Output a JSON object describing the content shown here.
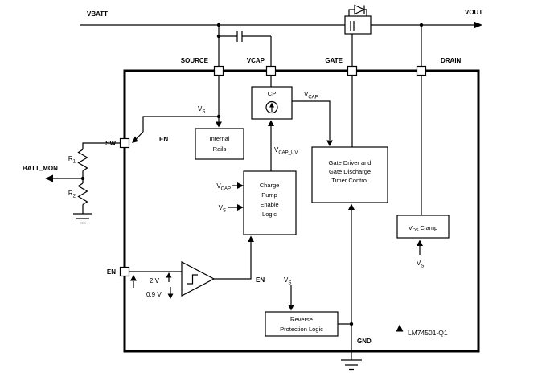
{
  "colors": {
    "background": "#ffffff",
    "line": "#000000"
  },
  "diagram": {
    "external": {
      "vbatt": "VBATT",
      "vout": "VOUT",
      "batt_mon": "BATT_MON",
      "r1": {
        "main": "R",
        "sub": "1"
      },
      "r2": {
        "main": "R",
        "sub": "2"
      }
    },
    "pins": {
      "source": "SOURCE",
      "vcap": "VCAP",
      "gate": "GATE",
      "drain": "DRAIN",
      "sw": "SW",
      "en": "EN",
      "gnd": "GND"
    },
    "blocks": {
      "cp": "CP",
      "internal_rails": {
        "line1": "Internal",
        "line2": "Rails"
      },
      "charge_pump_enable": {
        "line1": "Charge",
        "line2": "Pump",
        "line3": "Enable",
        "line4": "Logic"
      },
      "gate_driver": {
        "line1": "Gate Driver and",
        "line2": "Gate Discharge",
        "line3": "Timer Control"
      },
      "vds_clamp": {
        "main": "V",
        "sub": "DS",
        "rest": "Clamp"
      },
      "reverse_protection": {
        "line1": "Reverse",
        "line2": "Protection Logic"
      }
    },
    "signals": {
      "v_s": {
        "main": "V",
        "sub": "S"
      },
      "v_cap": {
        "main": "V",
        "sub": "CAP"
      },
      "v_cap_uv": {
        "main": "V",
        "sub": "CAP_UV"
      },
      "en_switch": "EN",
      "en_comparator": "EN",
      "threshold_rising": "2 V",
      "threshold_falling": "0.9 V"
    },
    "part_number": "LM74501-Q1"
  }
}
